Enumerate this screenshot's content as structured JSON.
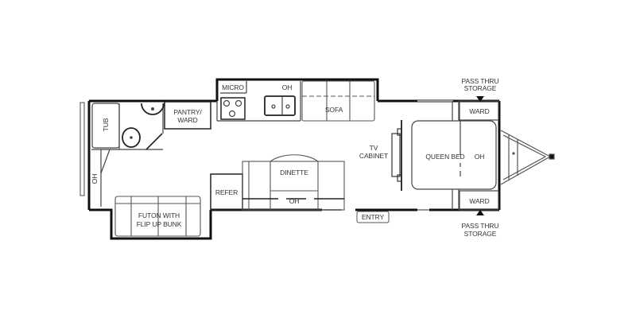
{
  "floorplan": {
    "type": "travel-trailer-floor-plan",
    "labels": {
      "tub": "TUB",
      "pantry_ward_line1": "PANTRY/",
      "pantry_ward_line2": "WARD",
      "micro": "MICRO",
      "kitchen_oh": "OH",
      "sofa": "SOFA",
      "tv_cabinet_line1": "TV",
      "tv_cabinet_line2": "CABINET",
      "queen_bed": "QUEEN BED",
      "bed_oh": "OH",
      "ward_top": "WARD",
      "ward_bottom": "WARD",
      "pass_thru_top_line1": "PASS THRU",
      "pass_thru_top_line2": "STORAGE",
      "pass_thru_bottom_line1": "PASS THRU",
      "pass_thru_bottom_line2": "STORAGE",
      "bath_oh": "OH",
      "refer": "REFER",
      "dinette": "DINETTE",
      "dinette_oh": "OH",
      "futon_line1": "FUTON WITH",
      "futon_line2": "FLIP UP BUNK",
      "entry": "ENTRY"
    },
    "colors": {
      "wall": "#111111",
      "fixture": "#555555",
      "background": "#ffffff"
    }
  }
}
